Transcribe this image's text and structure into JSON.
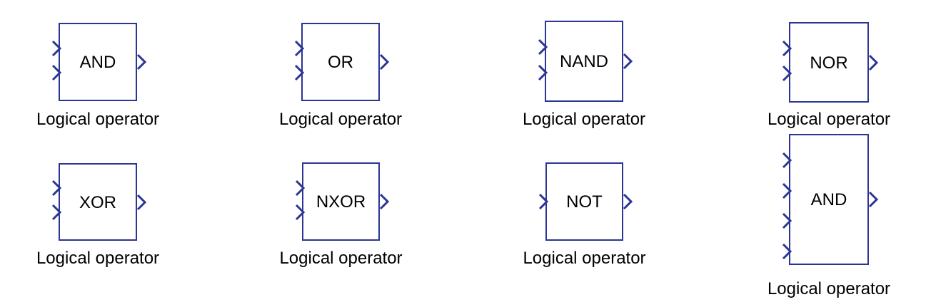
{
  "colors": {
    "block_stroke": "#2b3595",
    "port_stroke": "#2b3595",
    "text": "#000000",
    "background": "#ffffff"
  },
  "blocks": [
    {
      "operator": "AND",
      "caption": "Logical operator",
      "input_ports": 2,
      "output_ports": 1
    },
    {
      "operator": "OR",
      "caption": "Logical operator",
      "input_ports": 2,
      "output_ports": 1
    },
    {
      "operator": "NAND",
      "caption": "Logical operator",
      "input_ports": 2,
      "output_ports": 1
    },
    {
      "operator": "NOR",
      "caption": "Logical operator",
      "input_ports": 2,
      "output_ports": 1
    },
    {
      "operator": "XOR",
      "caption": "Logical operator",
      "input_ports": 2,
      "output_ports": 1
    },
    {
      "operator": "NXOR",
      "caption": "Logical operator",
      "input_ports": 2,
      "output_ports": 1
    },
    {
      "operator": "NOT",
      "caption": "Logical operator",
      "input_ports": 1,
      "output_ports": 1
    },
    {
      "operator": "AND",
      "caption": "Logical operator",
      "input_ports": 4,
      "output_ports": 1
    }
  ]
}
